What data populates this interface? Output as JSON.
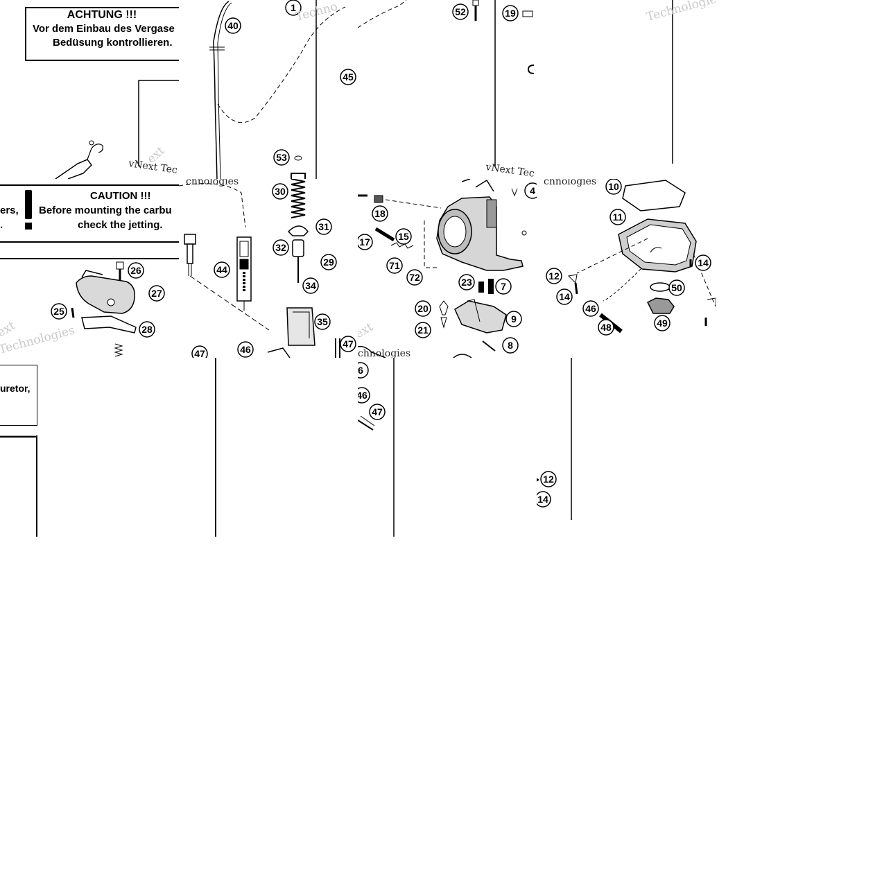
{
  "warnings": {
    "german": {
      "heading": "ACHTUNG !!!",
      "line1": "Vor dem Einbau des Vergase",
      "line2": "Bedüsung kontrollieren."
    },
    "english": {
      "heading": "CAUTION !!!",
      "line1_prefix": "ers,",
      "line1": "Before mounting the carbu",
      "line2_prefix": ".",
      "line2": "check the jetting."
    },
    "fragment": "uretor,"
  },
  "watermarks": {
    "brand": "vNext Technologies",
    "short": "Technologies",
    "partial_1": "Techno",
    "partial_2": "vNext Tec",
    "partial_3": "chnologies",
    "partial_4": "ext",
    "partial_5": "Technologies"
  },
  "callouts": {
    "c1": "1",
    "c40": "40",
    "c52": "52",
    "c19": "19",
    "c45": "45",
    "c53": "53",
    "c30": "30",
    "c31": "31",
    "c32": "32",
    "c29": "29",
    "c34": "34",
    "c35": "35",
    "c44": "44",
    "c46": "46",
    "c47": "47",
    "c26": "26",
    "c27": "27",
    "c25": "25",
    "c28": "28",
    "c18": "18",
    "c17": "17",
    "c15": "15",
    "c71": "71",
    "c72": "72",
    "c23": "23",
    "c7": "7",
    "c20": "20",
    "c9": "9",
    "c21": "21",
    "c8": "8",
    "c10": "10",
    "c11": "11",
    "c12": "12",
    "c14": "14",
    "c46b": "46",
    "c50": "50",
    "c48": "48",
    "c49": "49",
    "c4": "4",
    "c6": "6",
    "c46c": "46",
    "c47b": "47",
    "c12b": "12",
    "c14b": "14",
    "c14c": "14"
  }
}
